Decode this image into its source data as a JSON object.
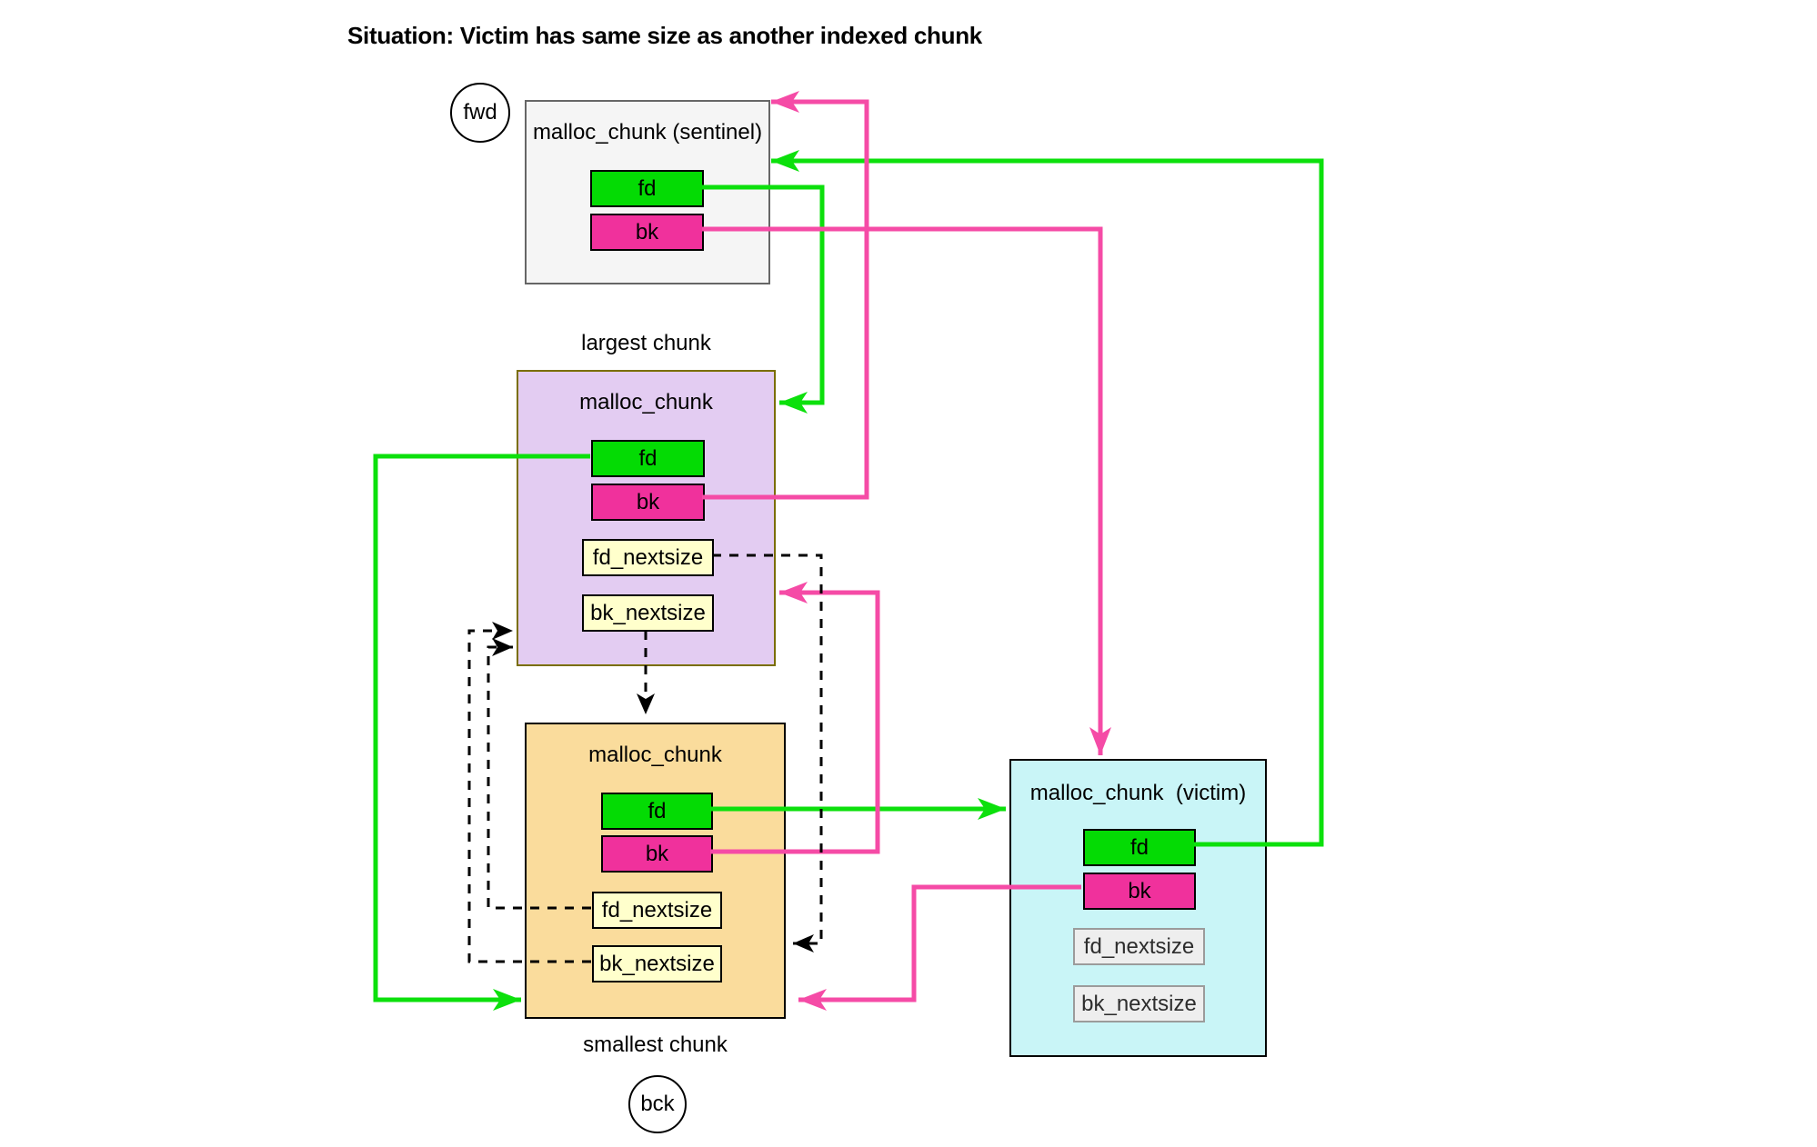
{
  "title": "Situation: Victim has same size as another indexed chunk",
  "captions": {
    "largest": "largest chunk",
    "smallest": "smallest chunk"
  },
  "badges": {
    "fwd": "fwd",
    "bck": "bck"
  },
  "chunks": [
    {
      "id": "sentinel",
      "title": "malloc_chunk (sentinel)",
      "fields": [
        "fd",
        "bk"
      ]
    },
    {
      "id": "largest",
      "title": "malloc_chunk",
      "fields": [
        "fd",
        "bk",
        "fd_nextsize",
        "bk_nextsize"
      ]
    },
    {
      "id": "smallest",
      "title": "malloc_chunk",
      "fields": [
        "fd",
        "bk",
        "fd_nextsize",
        "bk_nextsize"
      ]
    },
    {
      "id": "victim",
      "title": "malloc_chunk  (victim)",
      "fields": [
        "fd",
        "bk",
        "fd_nextsize",
        "bk_nextsize"
      ]
    }
  ],
  "colors": {
    "fd_green": "#04db04",
    "bk_pink": "#f0319c",
    "green_arrow": "#0ce00c",
    "pink_arrow": "#f54ba6",
    "dashed_arrow": "#000000",
    "sentinel_fill": "#f5f5f5",
    "largest_fill": "#e3ccf2",
    "largest_border": "#7a6e00",
    "smallest_fill": "#fadc9c",
    "victim_fill": "#c9f5f7",
    "nextsize_yellow": "#ffffcc",
    "nextsize_gray": "#eeeeee"
  },
  "edges": [
    {
      "from": "sentinel.fd",
      "to": "largest chunk",
      "style": "solid",
      "color": "green"
    },
    {
      "from": "largest.fd",
      "to": "smallest chunk",
      "style": "solid",
      "color": "green"
    },
    {
      "from": "smallest.fd",
      "to": "victim",
      "style": "solid",
      "color": "green"
    },
    {
      "from": "victim.fd",
      "to": "sentinel",
      "style": "solid",
      "color": "green"
    },
    {
      "from": "sentinel.bk",
      "to": "victim",
      "style": "solid",
      "color": "pink"
    },
    {
      "from": "largest.bk",
      "to": "sentinel",
      "style": "solid",
      "color": "pink"
    },
    {
      "from": "smallest.bk",
      "to": "largest chunk",
      "style": "solid",
      "color": "pink"
    },
    {
      "from": "victim.bk",
      "to": "smallest chunk",
      "style": "solid",
      "color": "pink"
    },
    {
      "from": "largest.fd_nextsize",
      "to": "smallest chunk",
      "style": "dashed",
      "color": "black"
    },
    {
      "from": "largest.bk_nextsize",
      "to": "smallest chunk",
      "style": "dashed",
      "color": "black"
    },
    {
      "from": "smallest.fd_nextsize",
      "to": "largest chunk",
      "style": "dashed",
      "color": "black"
    },
    {
      "from": "smallest.bk_nextsize",
      "to": "largest chunk",
      "style": "dashed",
      "color": "black"
    }
  ]
}
